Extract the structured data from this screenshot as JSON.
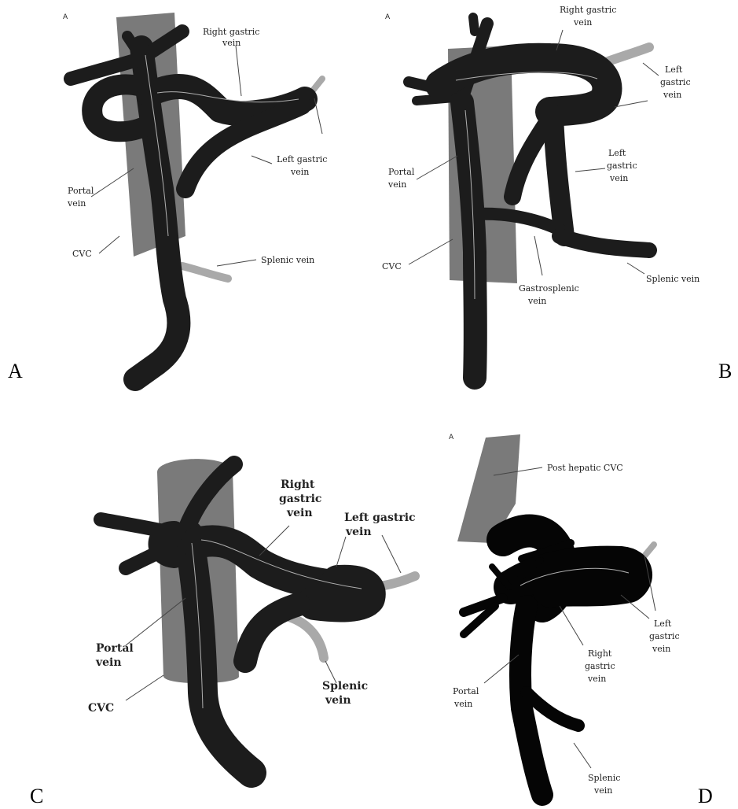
{
  "panels": {
    "A": {
      "corner_tag": "A",
      "letter": "A",
      "labels": {
        "right_gastric_1": "Right gastric",
        "right_gastric_2": "vein",
        "left_gastric_1": "Left gastric",
        "left_gastric_2": "vein",
        "portal_1": "Portal",
        "portal_2": "vein",
        "cvc": "CVC",
        "splenic": "Splenic vein"
      }
    },
    "B": {
      "corner_tag": "A",
      "letter": "B",
      "labels": {
        "right_gastric_1": "Right gastric",
        "right_gastric_2": "vein",
        "left_gastric_top_1": "Left",
        "left_gastric_top_2": "gastric",
        "left_gastric_top_3": "vein",
        "left_gastric_mid_1": "Left",
        "left_gastric_mid_2": "gastric",
        "left_gastric_mid_3": "vein",
        "portal_1": "Portal",
        "portal_2": "vein",
        "cvc": "CVC",
        "gastrosplenic_1": "Gastrosplenic",
        "gastrosplenic_2": "vein",
        "splenic": "Splenic vein"
      }
    },
    "C": {
      "letter": "C",
      "labels": {
        "right_gastric_1": "Right",
        "right_gastric_2": "gastric",
        "right_gastric_3": "vein",
        "left_gastric_1": "Left gastric",
        "left_gastric_2": "vein",
        "portal_1": "Portal",
        "portal_2": "vein",
        "cvc": "CVC",
        "splenic_1": "Splenic",
        "splenic_2": "vein"
      }
    },
    "D": {
      "corner_tag": "A",
      "letter": "D",
      "labels": {
        "post_hepatic_cvc": "Post hepatic CVC",
        "left_gastric_1": "Left",
        "left_gastric_2": "gastric",
        "left_gastric_3": "vein",
        "right_gastric_1": "Right",
        "right_gastric_2": "gastric",
        "right_gastric_3": "vein",
        "portal_1": "Portal",
        "portal_2": "vein",
        "splenic_1": "Splenic",
        "splenic_2": "vein"
      }
    }
  },
  "colors": {
    "vein": "#1c1c1c",
    "cvc": "#7a7a7a",
    "minor_vein": "#a9a9a9",
    "background": "#ffffff"
  }
}
